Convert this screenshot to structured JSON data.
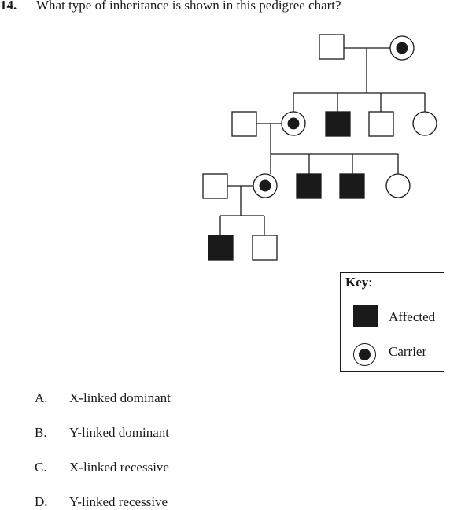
{
  "question": {
    "number": "14.",
    "text": "What type of inheritance is shown in this pedigree chart?"
  },
  "key": {
    "title": "Key",
    "colon": ":",
    "affected_label": "Affected",
    "carrier_label": "Carrier"
  },
  "options": [
    {
      "letter": "A.",
      "text": "X-linked dominant"
    },
    {
      "letter": "B.",
      "text": "Y-linked dominant"
    },
    {
      "letter": "C.",
      "text": "X-linked recessive"
    },
    {
      "letter": "D.",
      "text": "Y-linked recessive"
    }
  ],
  "pedigree": {
    "generations": [
      {
        "generation": 1,
        "individuals": [
          {
            "id": "I-1",
            "sex": "male",
            "status": "unaffected"
          },
          {
            "id": "I-2",
            "sex": "female",
            "status": "carrier"
          }
        ]
      },
      {
        "generation": 2,
        "individuals": [
          {
            "id": "II-0",
            "sex": "male",
            "status": "unaffected",
            "note": "married in"
          },
          {
            "id": "II-1",
            "sex": "female",
            "status": "carrier"
          },
          {
            "id": "II-2",
            "sex": "male",
            "status": "affected"
          },
          {
            "id": "II-3",
            "sex": "male",
            "status": "unaffected"
          },
          {
            "id": "II-4",
            "sex": "female",
            "status": "unaffected"
          }
        ]
      },
      {
        "generation": 3,
        "individuals": [
          {
            "id": "III-0",
            "sex": "male",
            "status": "unaffected",
            "note": "married in"
          },
          {
            "id": "III-1",
            "sex": "female",
            "status": "carrier"
          },
          {
            "id": "III-2",
            "sex": "male",
            "status": "affected"
          },
          {
            "id": "III-3",
            "sex": "male",
            "status": "affected"
          },
          {
            "id": "III-4",
            "sex": "female",
            "status": "unaffected"
          }
        ]
      },
      {
        "generation": 4,
        "individuals": [
          {
            "id": "IV-1",
            "sex": "male",
            "status": "affected"
          },
          {
            "id": "IV-2",
            "sex": "male",
            "status": "unaffected"
          }
        ]
      }
    ],
    "colors": {
      "ink": "#1a1a1a",
      "background": "#ffffff"
    }
  }
}
